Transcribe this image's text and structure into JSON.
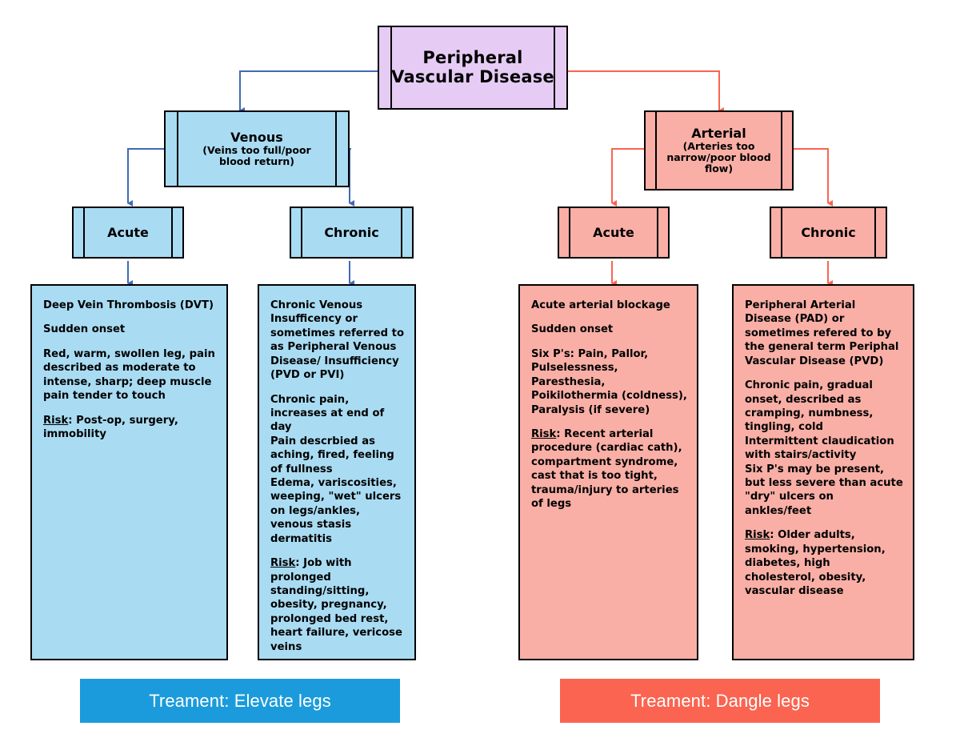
{
  "diagram": {
    "title": "Peripheral Vascular Disease",
    "root": {
      "label": "Peripheral Vascular Disease",
      "fill": "#E6CCF5"
    },
    "branches": {
      "venous": {
        "label": "Venous",
        "subtitle": "(Veins too full/poor blood return)",
        "fill": "#A9DCF3",
        "connector_color": "#4169B4"
      },
      "arterial": {
        "label": "Arterial",
        "subtitle": "(Arteries too narrow/poor blood flow)",
        "fill": "#F9AFA6",
        "connector_color": "#FA6450"
      }
    },
    "stages": {
      "venous_acute": "Acute",
      "venous_chronic": "Chronic",
      "arterial_acute": "Acute",
      "arterial_chronic": "Chronic"
    },
    "details": {
      "venous_acute": {
        "heading": "Deep Vein Thrombosis (DVT)",
        "onset": "Sudden onset",
        "symptoms": "Red, warm, swollen leg, pain described as moderate to intense, sharp; deep muscle pain tender to touch",
        "risk_label": "Risk",
        "risk_text": ": Post-op, surgery, immobility"
      },
      "venous_chronic": {
        "heading": "Chronic Venous Insufficency or sometimes referred to as Peripheral Venous Disease/ Insufficiency (PVD or PVI)",
        "symptoms": "Chronic pain, increases at end of day\nPain descrbied as aching, fired, feeling of fullness\nEdema, variscosities, weeping, \"wet\" ulcers on legs/ankles, venous stasis dermatitis",
        "risk_label": "Risk",
        "risk_text": ": Job with prolonged standing/sitting, obesity, pregnancy, prolonged bed rest, heart failure, vericose veins"
      },
      "arterial_acute": {
        "heading": "Acute arterial blockage",
        "onset": "Sudden onset",
        "symptoms": "Six P's: Pain, Pallor, Pulselessness, Paresthesia, Poikilothermia (coldness), Paralysis (if severe)",
        "risk_label": "Risk",
        "risk_text": ": Recent arterial procedure (cardiac cath), compartment syndrome, cast that is too tight, trauma/injury to arteries of legs"
      },
      "arterial_chronic": {
        "heading": "Peripheral Arterial Disease (PAD) or sometimes refered to by the general term Periphal Vascular Disease (PVD)",
        "symptoms": "Chronic pain, gradual onset, described as cramping, numbness, tingling, cold\nIntermittent claudication with stairs/activity\nSix P's may be present, but less severe than acute\n\"dry\" ulcers on ankles/feet",
        "risk_label": "Risk",
        "risk_text": ": Older adults, smoking, hypertension, diabetes, high cholesterol, obesity, vascular disease"
      }
    },
    "treatments": {
      "venous": {
        "label": "Treament: Elevate legs",
        "color": "#1B9BDB"
      },
      "arterial": {
        "label": "Treament: Dangle legs",
        "color": "#FA6450"
      }
    }
  }
}
